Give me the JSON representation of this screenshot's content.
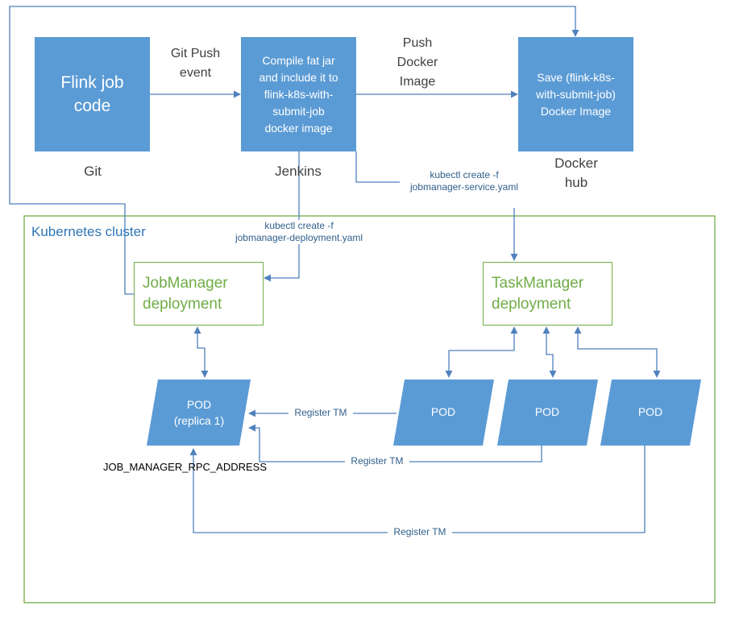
{
  "nodes": {
    "flink_code": "Flink job\ncode",
    "jenkins_box": "Compile fat jar\nand include it to\nflink-k8s-with-\nsubmit-job\ndocker image",
    "dockerhub_box": "Save (flink-k8s-\nwith-submit-job)\nDocker Image",
    "jobmanager": "JobManager\ndeployment",
    "taskmanager": "TaskManager\ndeployment",
    "pod_jm": "POD\n(replica 1)",
    "pod_1": "POD",
    "pod_2": "POD",
    "pod_3": "POD"
  },
  "labels": {
    "git": "Git",
    "jenkins": "Jenkins",
    "docker_hub": "Docker\nhub",
    "git_push": "Git Push\nevent",
    "push_docker": "Push\nDocker\nImage",
    "kubectl_service": "kubectl create -f\njobmanager-service.yaml",
    "kubectl_deployment": "kubectl create -f\njobmanager-deployment.yaml",
    "cluster": "Kubernetes cluster",
    "register_1": "Register TM",
    "register_2": "Register TM",
    "register_3": "Register TM",
    "rpc_address": "JOB_MANAGER_RPC_ADDRESS"
  },
  "colors": {
    "primary_blue": "#5b9bd5",
    "connector_blue": "#4f81bd",
    "cluster_green": "#70ad47",
    "cluster_title": "#2e75b6"
  }
}
